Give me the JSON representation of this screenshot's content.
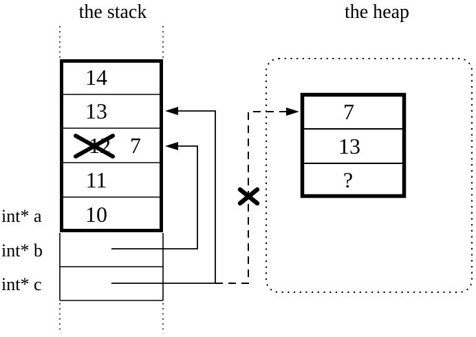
{
  "colors": {
    "ink": "#000000",
    "background": "#ffffff"
  },
  "titles": {
    "stack": "the stack",
    "heap": "the heap"
  },
  "stack": {
    "array_cells": [
      "14",
      "13",
      "12",
      "11",
      "10"
    ],
    "crossed_out_value": "12",
    "overwritten_value": "7",
    "pointer_labels": {
      "a": "int* a",
      "b": "int* b",
      "c": "int* c"
    }
  },
  "heap": {
    "cells": [
      "7",
      "13",
      "?"
    ]
  }
}
